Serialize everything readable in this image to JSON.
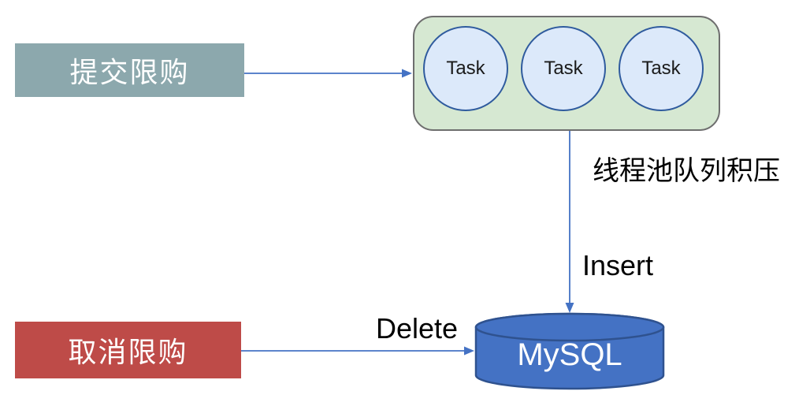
{
  "nodes": {
    "submit_box": {
      "label": "提交限购",
      "fill": "#8CA8AD",
      "text_color": "#FFFFFF"
    },
    "cancel_box": {
      "label": "取消限购",
      "fill": "#BE4B48",
      "text_color": "#FFFFFF"
    },
    "task_pool": {
      "fill": "#D6E8D2",
      "border_color": "#6E6E6E",
      "task_fill": "#DCE9FA",
      "task_border": "#2F5B9E",
      "tasks": [
        {
          "label": "Task"
        },
        {
          "label": "Task"
        },
        {
          "label": "Task"
        }
      ]
    },
    "mysql": {
      "label": "MySQL",
      "fill": "#4472C4",
      "border_color": "#2F528F",
      "text_color": "#FFFFFF"
    }
  },
  "labels": {
    "queue_backlog": "线程池队列积压",
    "insert": "Insert",
    "delete": "Delete"
  },
  "edges": [
    {
      "from": "submit_box",
      "to": "task_pool"
    },
    {
      "from": "task_pool",
      "to": "mysql",
      "label": "Insert"
    },
    {
      "from": "cancel_box",
      "to": "mysql",
      "label": "Delete"
    }
  ],
  "arrow_color": "#4472C4"
}
